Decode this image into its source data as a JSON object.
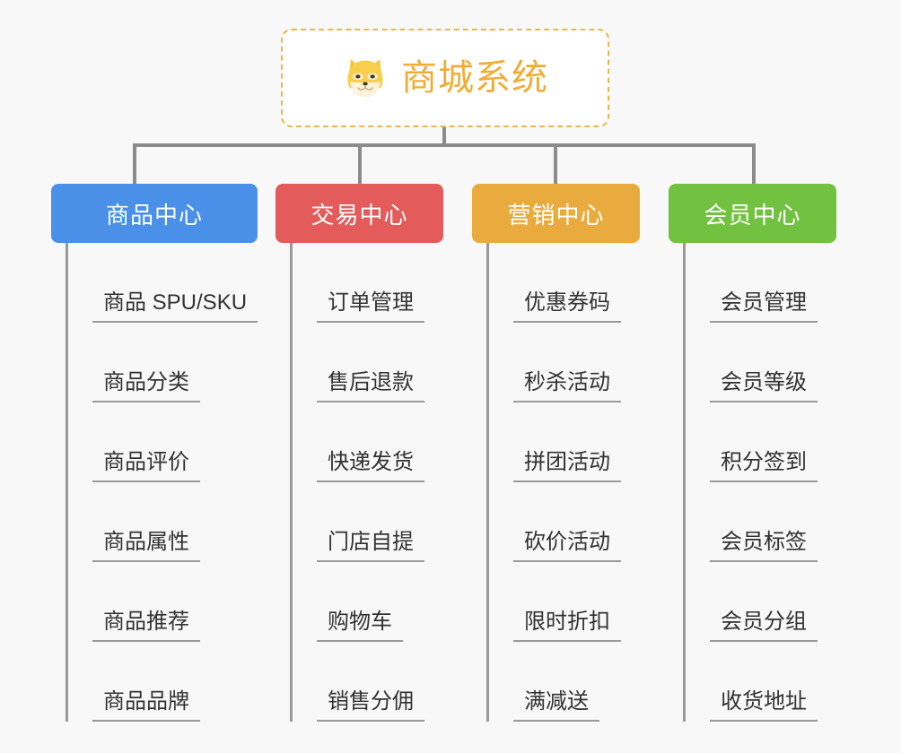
{
  "page": {
    "background_color": "#f8f8f8",
    "type": "mindmap"
  },
  "root": {
    "title": "商城系统",
    "icon": "shiba-dog-face-icon",
    "text_color": "#f0ad36",
    "border_color": "#edb54a",
    "background_color": "#ffffff"
  },
  "branches": [
    {
      "label": "商品中心",
      "color": "#4a90e8",
      "items": [
        "商品 SPU/SKU",
        "商品分类",
        "商品评价",
        "商品属性",
        "商品推荐",
        "商品品牌"
      ]
    },
    {
      "label": "交易中心",
      "color": "#e35b5b",
      "items": [
        "订单管理",
        "售后退款",
        "快递发货",
        "门店自提",
        "购物车",
        "销售分佣"
      ]
    },
    {
      "label": "营销中心",
      "color": "#e9ab3d",
      "items": [
        "优惠券码",
        "秒杀活动",
        "拼团活动",
        "砍价活动",
        "限时折扣",
        "满减送"
      ]
    },
    {
      "label": "会员中心",
      "color": "#72c141",
      "items": [
        "会员管理",
        "会员等级",
        "积分签到",
        "会员标签",
        "会员分组",
        "收货地址"
      ]
    }
  ],
  "connector": {
    "color": "#8c8c8c"
  }
}
